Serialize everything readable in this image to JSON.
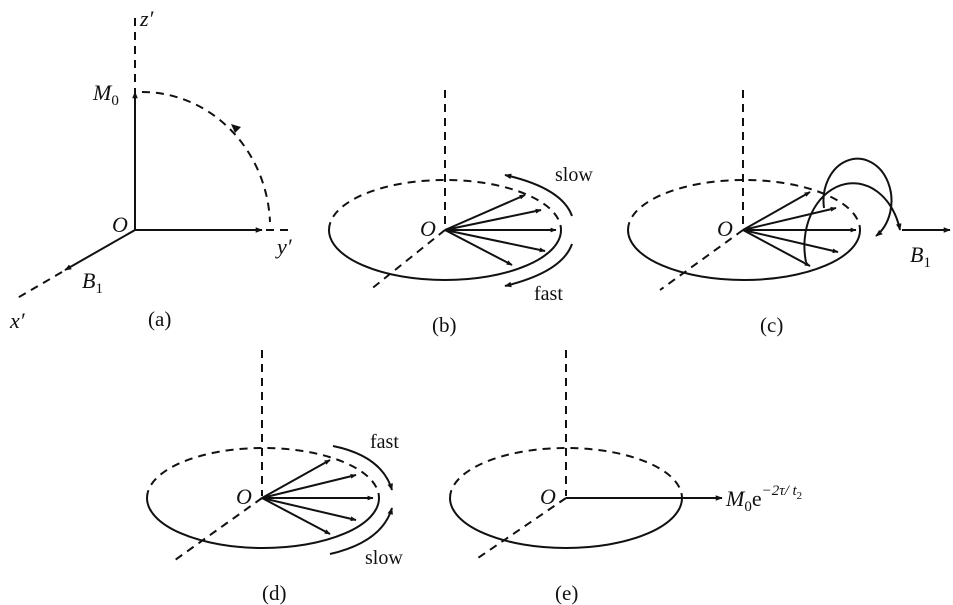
{
  "panels": {
    "a": {
      "caption": "(a)",
      "z_axis": "z′",
      "y_axis": "y′",
      "x_axis": "x′",
      "origin": "O",
      "magnetization": "M",
      "magnetization_sub": "0",
      "field": "B",
      "field_sub": "1"
    },
    "b": {
      "caption": "(b)",
      "origin": "O",
      "upper_label": "slow",
      "lower_label": "fast"
    },
    "c": {
      "caption": "(c)",
      "origin": "O",
      "field": "B",
      "field_sub": "1"
    },
    "d": {
      "caption": "(d)",
      "origin": "O",
      "upper_label": "fast",
      "lower_label": "slow"
    },
    "e": {
      "caption": "(e)",
      "origin": "O",
      "result_main": "M",
      "result_sub": "0",
      "result_e": "e",
      "result_exp": "−2τ/ t",
      "result_exp_sub": "2"
    }
  },
  "colors": {
    "ink": "#111111",
    "background": "#ffffff"
  }
}
